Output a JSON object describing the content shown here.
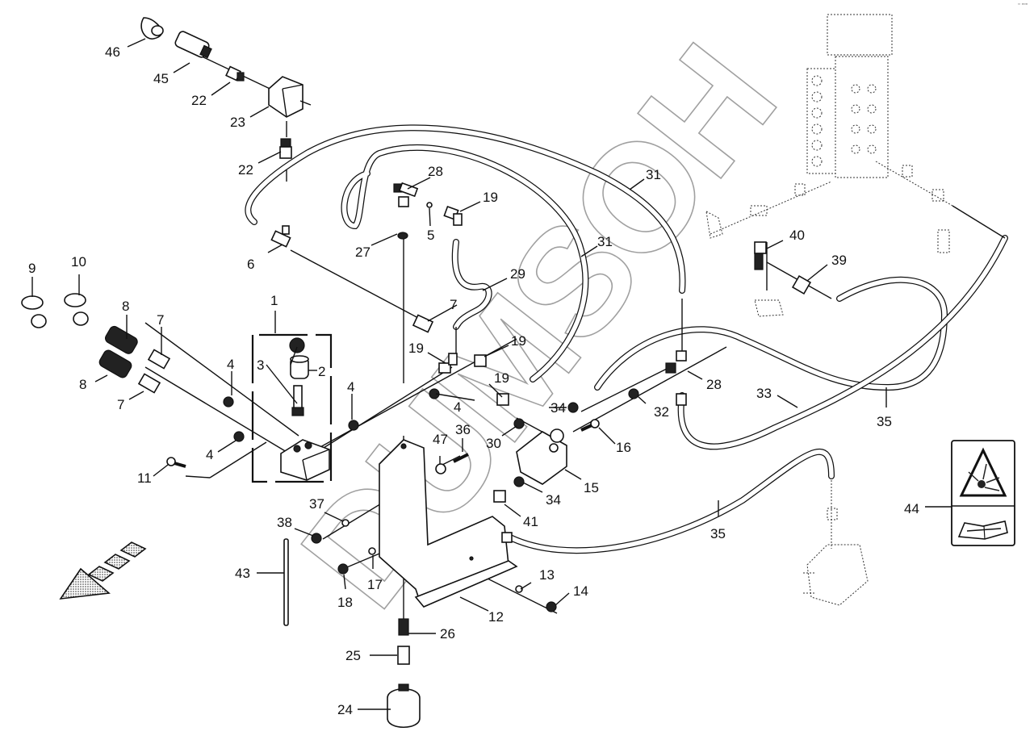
{
  "diagram": {
    "type": "exploded-parts-diagram",
    "subject": "Hydraulic lines, accumulator and valve assembly",
    "watermark_text": "DUMSOH",
    "corner_mark": "▫ ▫▫▫",
    "callouts": [
      {
        "id": "c1",
        "label": "1"
      },
      {
        "id": "c2",
        "label": "2"
      },
      {
        "id": "c3",
        "label": "3"
      },
      {
        "id": "c4a",
        "label": "4"
      },
      {
        "id": "c4b",
        "label": "4"
      },
      {
        "id": "c4c",
        "label": "4"
      },
      {
        "id": "c4d",
        "label": "4"
      },
      {
        "id": "c5",
        "label": "5"
      },
      {
        "id": "c6",
        "label": "6"
      },
      {
        "id": "c7a",
        "label": "7"
      },
      {
        "id": "c7b",
        "label": "7"
      },
      {
        "id": "c7c",
        "label": "7"
      },
      {
        "id": "c8a",
        "label": "8"
      },
      {
        "id": "c8b",
        "label": "8"
      },
      {
        "id": "c9",
        "label": "9"
      },
      {
        "id": "c10",
        "label": "10"
      },
      {
        "id": "c11",
        "label": "11"
      },
      {
        "id": "c12",
        "label": "12"
      },
      {
        "id": "c13",
        "label": "13"
      },
      {
        "id": "c14",
        "label": "14"
      },
      {
        "id": "c15",
        "label": "15"
      },
      {
        "id": "c16",
        "label": "16"
      },
      {
        "id": "c17",
        "label": "17"
      },
      {
        "id": "c18",
        "label": "18"
      },
      {
        "id": "c19a",
        "label": "19"
      },
      {
        "id": "c19b",
        "label": "19"
      },
      {
        "id": "c19c",
        "label": "19"
      },
      {
        "id": "c19d",
        "label": "19"
      },
      {
        "id": "c22a",
        "label": "22"
      },
      {
        "id": "c22b",
        "label": "22"
      },
      {
        "id": "c23",
        "label": "23"
      },
      {
        "id": "c24",
        "label": "24"
      },
      {
        "id": "c25",
        "label": "25"
      },
      {
        "id": "c26",
        "label": "26"
      },
      {
        "id": "c27",
        "label": "27"
      },
      {
        "id": "c28a",
        "label": "28"
      },
      {
        "id": "c28b",
        "label": "28"
      },
      {
        "id": "c29",
        "label": "29"
      },
      {
        "id": "c30",
        "label": "30"
      },
      {
        "id": "c31a",
        "label": "31"
      },
      {
        "id": "c31b",
        "label": "31"
      },
      {
        "id": "c32",
        "label": "32"
      },
      {
        "id": "c33",
        "label": "33"
      },
      {
        "id": "c34a",
        "label": "34"
      },
      {
        "id": "c34b",
        "label": "34"
      },
      {
        "id": "c35a",
        "label": "35"
      },
      {
        "id": "c35b",
        "label": "35"
      },
      {
        "id": "c36",
        "label": "36"
      },
      {
        "id": "c37",
        "label": "37"
      },
      {
        "id": "c38",
        "label": "38"
      },
      {
        "id": "c39",
        "label": "39"
      },
      {
        "id": "c40",
        "label": "40"
      },
      {
        "id": "c41",
        "label": "41"
      },
      {
        "id": "c43",
        "label": "43"
      },
      {
        "id": "c44",
        "label": "44"
      },
      {
        "id": "c45",
        "label": "45"
      },
      {
        "id": "c46",
        "label": "46"
      },
      {
        "id": "c47",
        "label": "47"
      }
    ],
    "icons": {
      "direction_arrow": "forward-direction-arrow-icon",
      "warning_label": "explosion-warning-icon",
      "manual_label": "read-manual-icon"
    }
  }
}
